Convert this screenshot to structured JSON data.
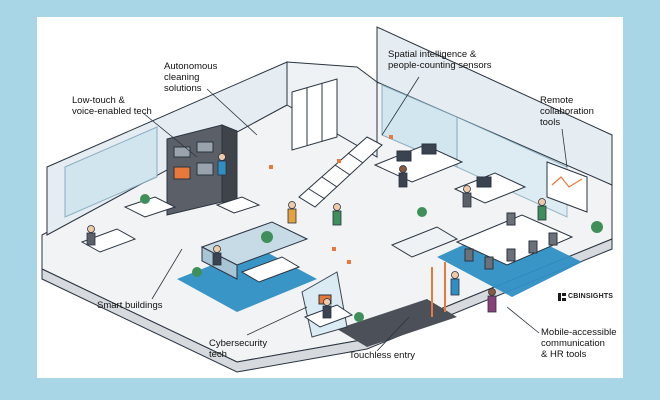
{
  "callouts": {
    "autonomous_cleaning": "Autonomous\ncleaning\nsolutions",
    "spatial_intelligence": "Spatial intelligence &\npeople-counting sensors",
    "low_touch": "Low-touch &\nvoice-enabled tech",
    "remote_collaboration": "Remote\ncollaboration\ntools",
    "smart_buildings": "Smart buildings",
    "cybersecurity": "Cybersecurity\ntech",
    "touchless_entry": "Touchless entry",
    "mobile_accessible": "Mobile-accessible\ncommunication\n& HR tools"
  },
  "brand": {
    "label": "CBINSIGHTS"
  },
  "colors": {
    "page_background": "#a9d6e6",
    "card": "#ffffff",
    "floor": "#f2f3f4",
    "wall": "#e6edf2",
    "glass": "#cfe5ef",
    "rug": "#2f8fc4",
    "accent_orange": "#e8793a",
    "outline": "#2a3440"
  }
}
